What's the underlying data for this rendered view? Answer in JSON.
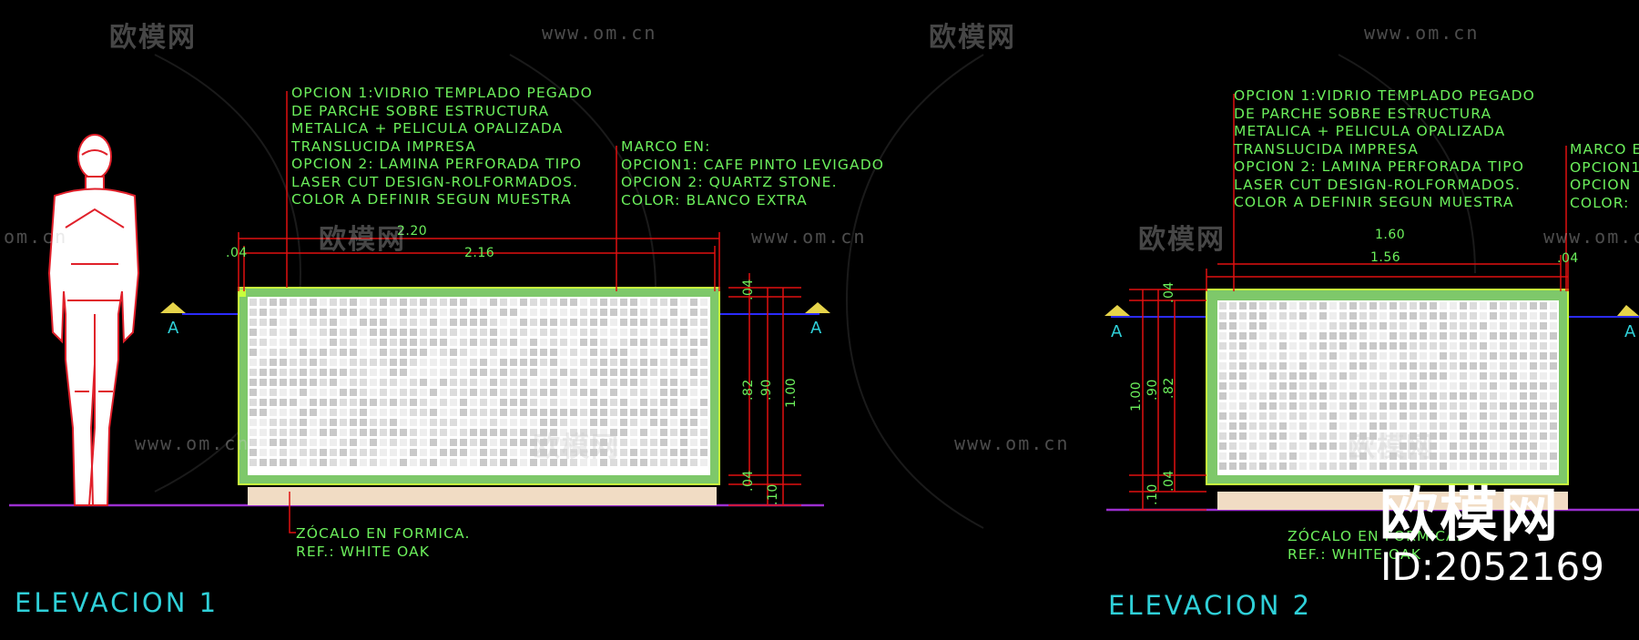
{
  "elevation1": {
    "title": "ELEVACION  1",
    "note_glass": "OPCION 1:VIDRIO TEMPLADO PEGADO\nDE PARCHE SOBRE ESTRUCTURA\nMETALICA + PELICULA OPALIZADA\nTRANSLUCIDA IMPRESA\nOPCION 2: LAMINA PERFORADA TIPO\nLASER CUT DESIGN-ROLFORMADOS.\nCOLOR A DEFINIR SEGUN MUESTRA",
    "note_frame": "MARCO EN:\nOPCION1: CAFE PINTO LEVIGADO\nOPCION 2: QUARTZ STONE.\nCOLOR: BLANCO EXTRA",
    "note_base": "ZÓCALO EN FORMICA.\nREF.: WHITE OAK",
    "dims": {
      "overall_width": "2.20",
      "inner_width": "2.16",
      "left_margin": ".04",
      "top_frame": ".04",
      "bottom_frame": ".04",
      "panel_height": ".82",
      "height_90": ".90",
      "height_total": "1.00",
      "base_height": ".10"
    },
    "section_mark": "A"
  },
  "elevation2": {
    "title": "ELEVACION  2",
    "note_glass": "OPCION 1:VIDRIO TEMPLADO PEGADO\nDE PARCHE SOBRE ESTRUCTURA\nMETALICA + PELICULA OPALIZADA\nTRANSLUCIDA IMPRESA\nOPCION 2: LAMINA PERFORADA TIPO\nLASER CUT DESIGN-ROLFORMADOS.\nCOLOR A DEFINIR SEGUN MUESTRA",
    "note_frame": "MARCO E\nOPCION1\nOPCION\nCOLOR:",
    "note_base": "ZÓCALO EN FORMICA.\nREF.: WHITE OAK",
    "dims": {
      "overall_width": "1.60",
      "inner_width": "1.56",
      "right_margin": ".04",
      "top_frame": ".04",
      "bottom_frame": ".04",
      "panel_height": ".82",
      "height_90": ".90",
      "height_total": "1.00",
      "base_height": ".10"
    },
    "section_mark": "A"
  },
  "watermark": {
    "brand": "欧模网",
    "url": "www.om.cn",
    "url_short": "om.cn",
    "id": "ID:2052169"
  },
  "colors": {
    "background": "#000000",
    "frame_fill": "#7ec86a",
    "frame_edge": "#c8ff3c",
    "panel_fill": "#ececec",
    "base_fill": "#f1dcc4",
    "dimension": "#e01010",
    "annotation_text": "#6cf05c",
    "title_text": "#2fd0d8",
    "floor_line": "#9b2fd0",
    "section_line": "#2b2bff",
    "section_mark": "#e6d44a",
    "human_figure": "#e0202a"
  }
}
